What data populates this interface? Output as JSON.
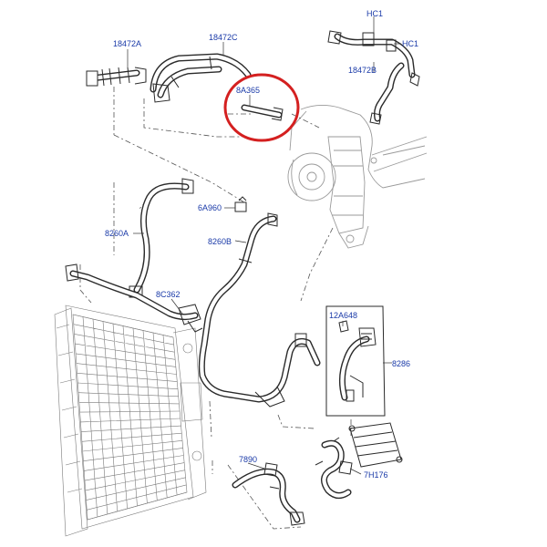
{
  "callouts": {
    "c18472A": "18472A",
    "c18472C": "18472C",
    "c18472B": "18472B",
    "hc1_top": "HC1",
    "hc1_right": "HC1",
    "c8A365": "8A365",
    "c6A960": "6A960",
    "c8260A": "8260A",
    "c8260B": "8260B",
    "c8C362": "8C362",
    "c12A648": "12A648",
    "c8286": "8286",
    "c7890": "7890",
    "c7H176": "7H176"
  },
  "colors": {
    "callout_text": "#1a3aa8",
    "highlight_circle": "#d42020",
    "line_art": "#2a2a2a"
  }
}
